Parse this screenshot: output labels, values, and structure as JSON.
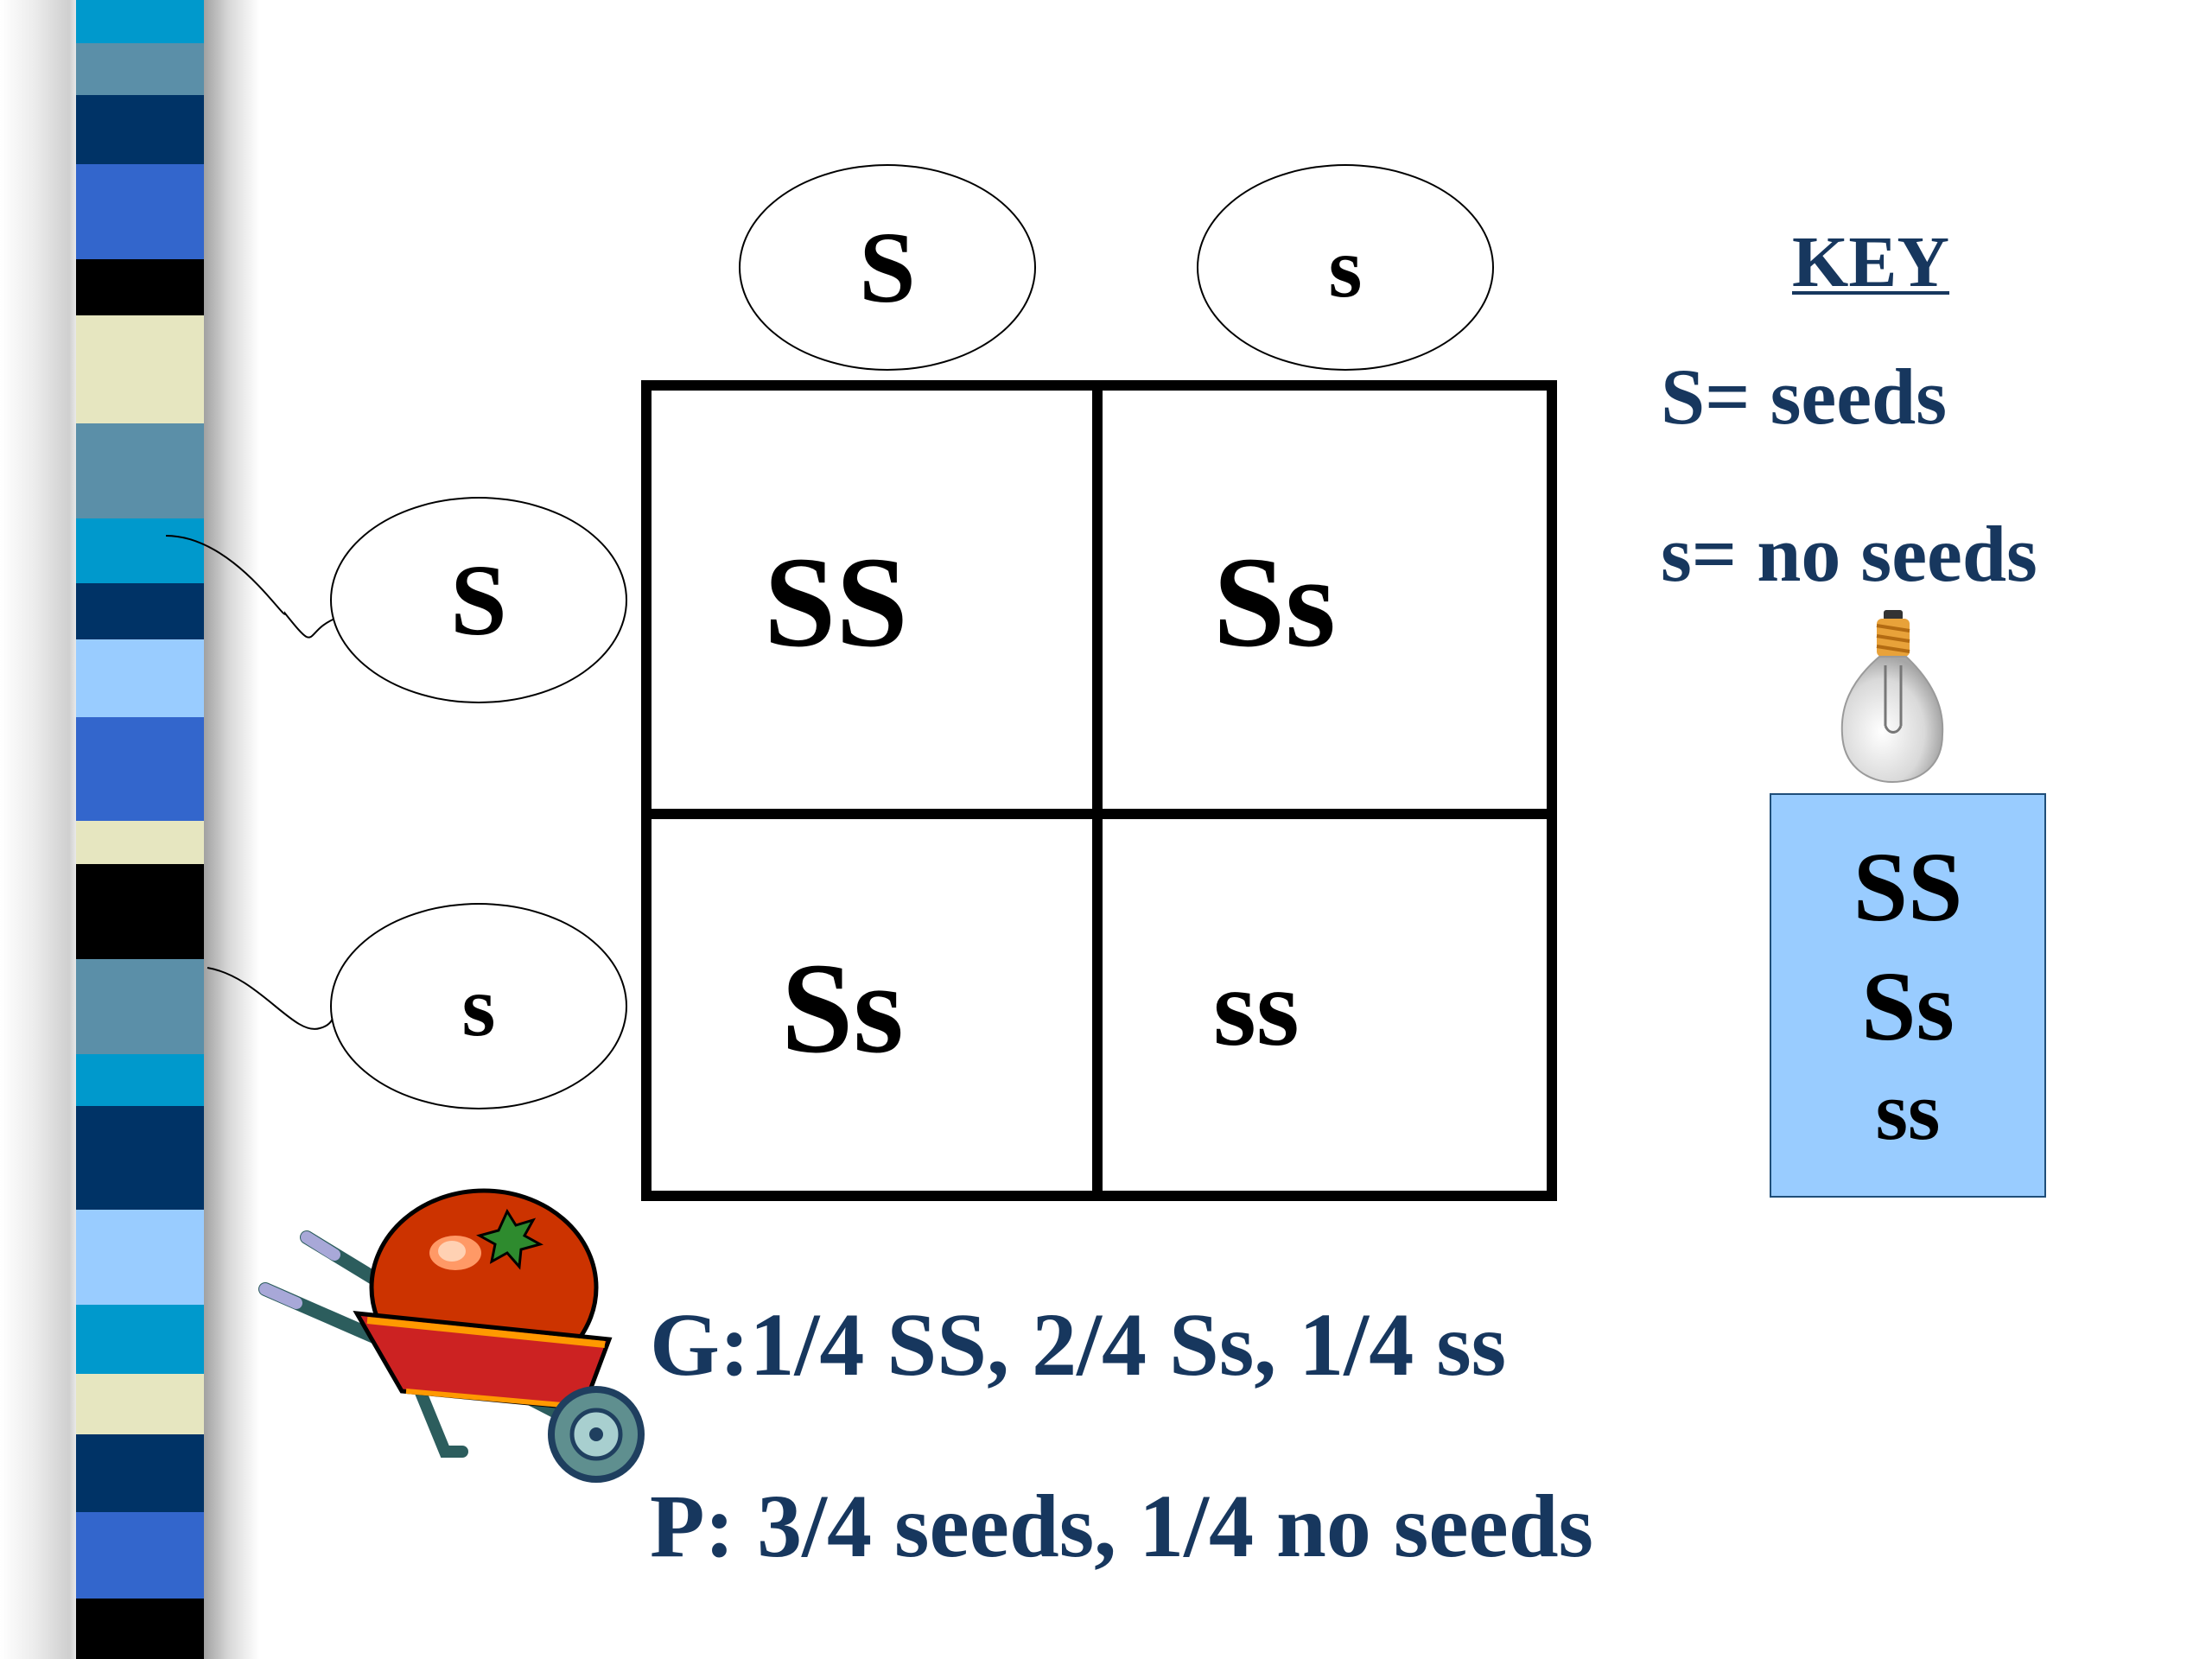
{
  "column_alleles": [
    "S",
    "s"
  ],
  "row_alleles": [
    "S",
    "s"
  ],
  "cells": {
    "r1c1": "SS",
    "r1c2": "Ss",
    "r2c1": "Ss",
    "r2c2": "ss"
  },
  "key": {
    "title": "KEY",
    "items": [
      "S= seeds",
      "s= no seeds"
    ]
  },
  "genotype_box": [
    "SS",
    "Ss",
    "ss"
  ],
  "results": {
    "genotype": "G:1/4 SS, 2/4 Ss, 1/4 ss",
    "phenotype": "P: 3/4  seeds, 1/4 no seeds"
  },
  "colors": {
    "text_blue": "#17375e",
    "box_fill": "#99ccff",
    "stripes": [
      "#0099cc",
      "#5b8fa8",
      "#003366",
      "#3366cc",
      "#000000",
      "#e6e6c0",
      "#99ccff"
    ]
  },
  "icons": [
    "wheelbarrow-tomato-icon",
    "lightbulb-icon",
    "curly-connector-icon"
  ]
}
